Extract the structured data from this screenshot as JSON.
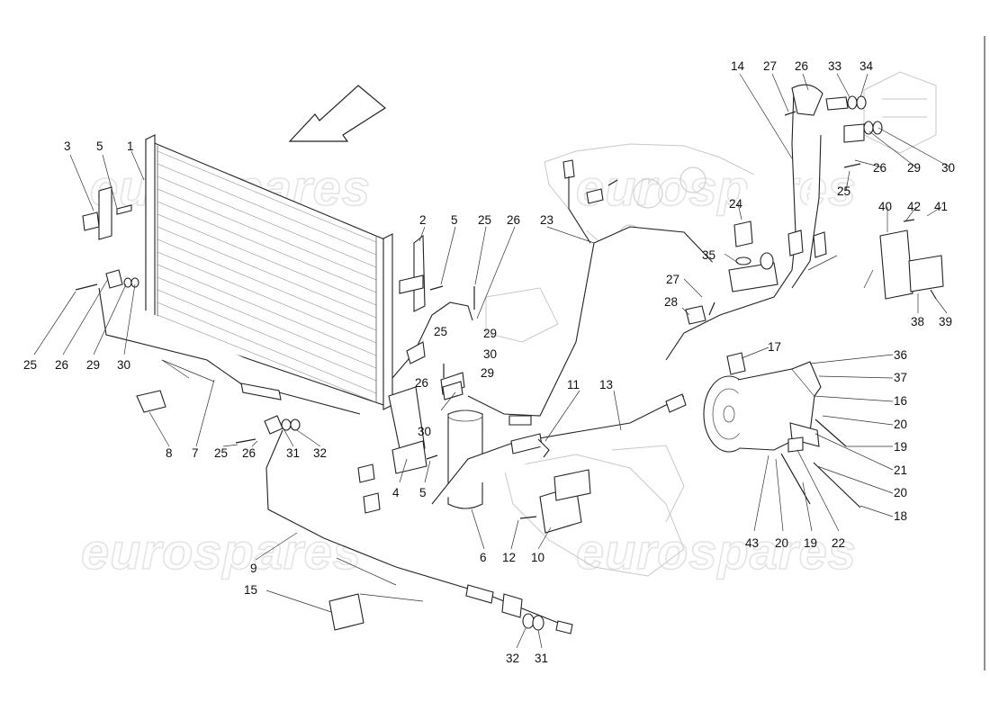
{
  "watermark": "eurospares",
  "callouts": [
    {
      "id": "lbl-3",
      "text": "3"
    },
    {
      "id": "lbl-5-a",
      "text": "5"
    },
    {
      "id": "lbl-1",
      "text": "1"
    },
    {
      "id": "lbl-2",
      "text": "2"
    },
    {
      "id": "lbl-5-b",
      "text": "5"
    },
    {
      "id": "lbl-25-a",
      "text": "25"
    },
    {
      "id": "lbl-26-a",
      "text": "26"
    },
    {
      "id": "lbl-23",
      "text": "23"
    },
    {
      "id": "lbl-25-b",
      "text": "25"
    },
    {
      "id": "lbl-26-b",
      "text": "26"
    },
    {
      "id": "lbl-29-a",
      "text": "29"
    },
    {
      "id": "lbl-30-a",
      "text": "30"
    },
    {
      "id": "lbl-29-b",
      "text": "29"
    },
    {
      "id": "lbl-25-c",
      "text": "25"
    },
    {
      "id": "lbl-30-b",
      "text": "30"
    },
    {
      "id": "lbl-26-c",
      "text": "26"
    },
    {
      "id": "lbl-29-c",
      "text": "29"
    },
    {
      "id": "lbl-30-c",
      "text": "30"
    },
    {
      "id": "lbl-8",
      "text": "8"
    },
    {
      "id": "lbl-7",
      "text": "7"
    },
    {
      "id": "lbl-25-d",
      "text": "25"
    },
    {
      "id": "lbl-26-d",
      "text": "26"
    },
    {
      "id": "lbl-31-a",
      "text": "31"
    },
    {
      "id": "lbl-32-a",
      "text": "32"
    },
    {
      "id": "lbl-4",
      "text": "4"
    },
    {
      "id": "lbl-5-c",
      "text": "5"
    },
    {
      "id": "lbl-30-d",
      "text": "30"
    },
    {
      "id": "lbl-11",
      "text": "11"
    },
    {
      "id": "lbl-13",
      "text": "13"
    },
    {
      "id": "lbl-6",
      "text": "6"
    },
    {
      "id": "lbl-12",
      "text": "12"
    },
    {
      "id": "lbl-10",
      "text": "10"
    },
    {
      "id": "lbl-9",
      "text": "9"
    },
    {
      "id": "lbl-15",
      "text": "15"
    },
    {
      "id": "lbl-32-b",
      "text": "32"
    },
    {
      "id": "lbl-31-b",
      "text": "31"
    },
    {
      "id": "lbl-14",
      "text": "14"
    },
    {
      "id": "lbl-27-a",
      "text": "27"
    },
    {
      "id": "lbl-26-e",
      "text": "26"
    },
    {
      "id": "lbl-33",
      "text": "33"
    },
    {
      "id": "lbl-34",
      "text": "34"
    },
    {
      "id": "lbl-26-f",
      "text": "26"
    },
    {
      "id": "lbl-29-d",
      "text": "29"
    },
    {
      "id": "lbl-30-e",
      "text": "30"
    },
    {
      "id": "lbl-25-e",
      "text": "25"
    },
    {
      "id": "lbl-24",
      "text": "24"
    },
    {
      "id": "lbl-35",
      "text": "35"
    },
    {
      "id": "lbl-40",
      "text": "40"
    },
    {
      "id": "lbl-42",
      "text": "42"
    },
    {
      "id": "lbl-41",
      "text": "41"
    },
    {
      "id": "lbl-38",
      "text": "38"
    },
    {
      "id": "lbl-39",
      "text": "39"
    },
    {
      "id": "lbl-27-b",
      "text": "27"
    },
    {
      "id": "lbl-28",
      "text": "28"
    },
    {
      "id": "lbl-17",
      "text": "17"
    },
    {
      "id": "lbl-36",
      "text": "36"
    },
    {
      "id": "lbl-37",
      "text": "37"
    },
    {
      "id": "lbl-16",
      "text": "16"
    },
    {
      "id": "lbl-20-a",
      "text": "20"
    },
    {
      "id": "lbl-19-a",
      "text": "19"
    },
    {
      "id": "lbl-21",
      "text": "21"
    },
    {
      "id": "lbl-20-b",
      "text": "20"
    },
    {
      "id": "lbl-18",
      "text": "18"
    },
    {
      "id": "lbl-43",
      "text": "43"
    },
    {
      "id": "lbl-20-c",
      "text": "20"
    },
    {
      "id": "lbl-19-b",
      "text": "19"
    },
    {
      "id": "lbl-22",
      "text": "22"
    }
  ]
}
